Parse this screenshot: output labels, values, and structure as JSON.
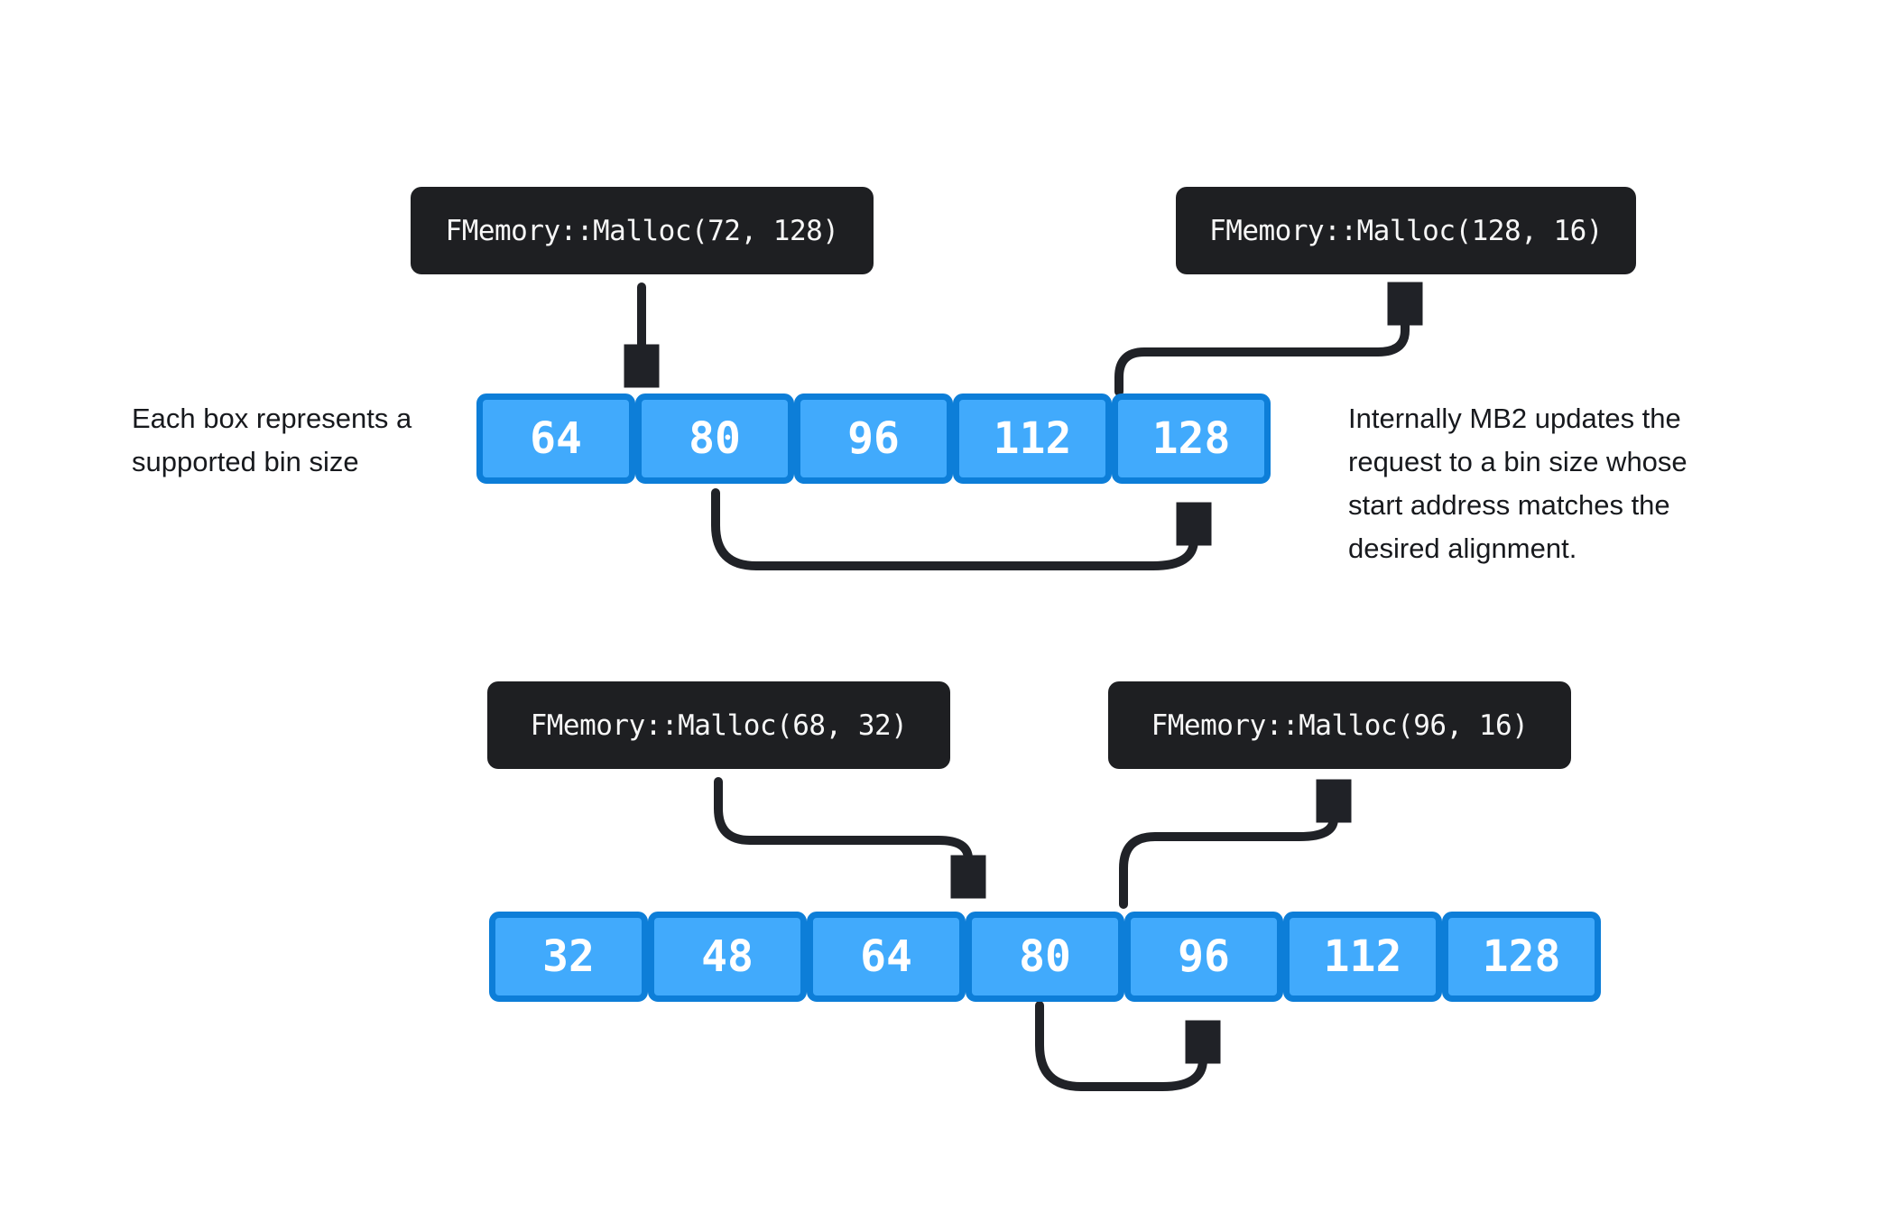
{
  "theme": {
    "callout_bg": "#1e1f22",
    "callout_text": "#f7f7f7",
    "bin_fill": "#41aafc",
    "bin_border": "#0d7ed8",
    "arrow_color": "#202227",
    "note_color": "#17191d"
  },
  "top_section": {
    "malloc_left": "FMemory::Malloc(72, 128)",
    "malloc_right": "FMemory::Malloc(128, 16)",
    "bins": [
      "64",
      "80",
      "96",
      "112",
      "128"
    ],
    "note_left_lines": [
      "Each box represents a",
      "supported bin size"
    ],
    "note_right_lines": [
      "Internally MB2 updates the",
      "request to a bin size whose",
      "start address matches the",
      "desired alignment."
    ]
  },
  "bottom_section": {
    "malloc_left": "FMemory::Malloc(68, 32)",
    "malloc_right": "FMemory::Malloc(96, 16)",
    "bins": [
      "32",
      "48",
      "64",
      "80",
      "96",
      "112",
      "128"
    ]
  }
}
